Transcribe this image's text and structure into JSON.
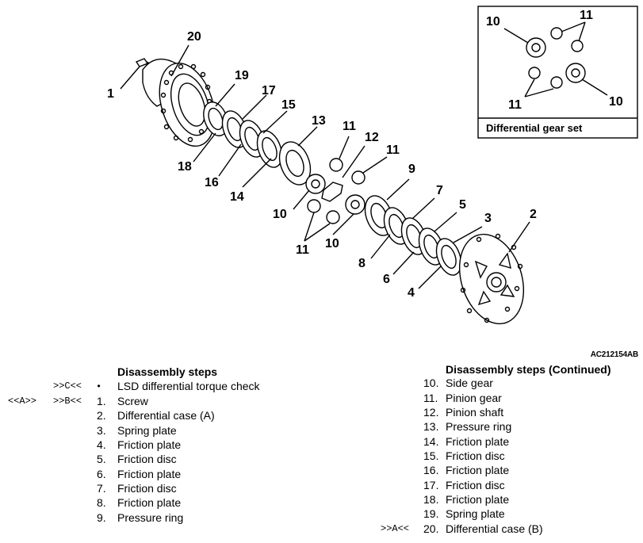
{
  "figure": {
    "id_code": "AC212154AB",
    "inset_caption": "Differential gear set",
    "callouts": {
      "c1": "1",
      "c20": "20",
      "c19": "19",
      "c17": "17",
      "c15": "15",
      "c18": "18",
      "c16": "16",
      "c14": "14",
      "c13": "13",
      "c11a": "11",
      "c12": "12",
      "c11b": "11",
      "c9": "9",
      "c10a": "10",
      "c11c": "11",
      "c10b": "10",
      "c7": "7",
      "c5": "5",
      "c3": "3",
      "c2": "2",
      "c8": "8",
      "c6": "6",
      "c4": "4",
      "inset10a": "10",
      "inset11a": "11",
      "inset11b": "11",
      "inset10b": "10"
    }
  },
  "steps_left": {
    "title": "Disassembly steps",
    "marks": {
      "c_mark": ">>C<<",
      "bullet": "•",
      "a_mark": "<<A>>",
      "b_mark": ">>B<<"
    },
    "items": [
      {
        "num": "",
        "label": "LSD differential torque check"
      },
      {
        "num": "1.",
        "label": "Screw"
      },
      {
        "num": "2.",
        "label": "Differential case (A)"
      },
      {
        "num": "3.",
        "label": "Spring plate"
      },
      {
        "num": "4.",
        "label": "Friction plate"
      },
      {
        "num": "5.",
        "label": "Friction disc"
      },
      {
        "num": "6.",
        "label": "Friction plate"
      },
      {
        "num": "7.",
        "label": "Friction disc"
      },
      {
        "num": "8.",
        "label": "Friction plate"
      },
      {
        "num": "9.",
        "label": "Pressure ring"
      }
    ]
  },
  "steps_right": {
    "title": "Disassembly steps (Continued)",
    "marks": {
      "a_mark": ">>A<<"
    },
    "items": [
      {
        "num": "10.",
        "label": "Side gear"
      },
      {
        "num": "11.",
        "label": "Pinion gear"
      },
      {
        "num": "12.",
        "label": "Pinion shaft"
      },
      {
        "num": "13.",
        "label": "Pressure ring"
      },
      {
        "num": "14.",
        "label": "Friction plate"
      },
      {
        "num": "15.",
        "label": "Friction disc"
      },
      {
        "num": "16.",
        "label": "Friction plate"
      },
      {
        "num": "17.",
        "label": "Friction disc"
      },
      {
        "num": "18.",
        "label": "Friction plate"
      },
      {
        "num": "19.",
        "label": "Spring plate"
      },
      {
        "num": "20.",
        "label": "Differential case (B)"
      }
    ]
  }
}
